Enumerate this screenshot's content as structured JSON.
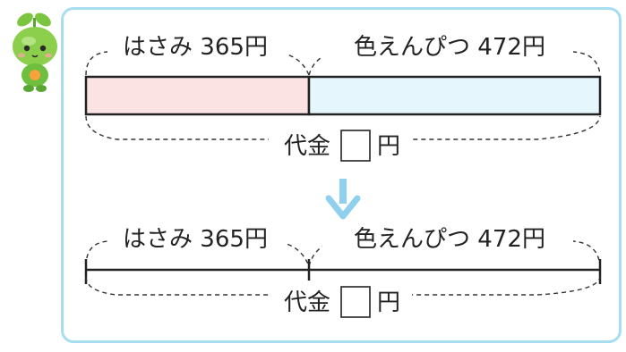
{
  "top": {
    "left_label": "はさみ 365円",
    "right_label": "色えんぴつ 472円",
    "total_prefix": "代金",
    "total_suffix": "円"
  },
  "bottom": {
    "left_label": "はさみ 365円",
    "right_label": "色えんぴつ 472円",
    "total_prefix": "代金",
    "total_suffix": "円"
  },
  "colors": {
    "panel_border": "#a8dcef",
    "left_segment": "#fbe3e3",
    "right_segment": "#e6f6fd",
    "arrow": "#8fd0ee",
    "mascot_green": "#8ccf4d"
  },
  "icons": {
    "mascot": "sprout-mascot-icon",
    "arrow": "down-arrow-icon"
  }
}
